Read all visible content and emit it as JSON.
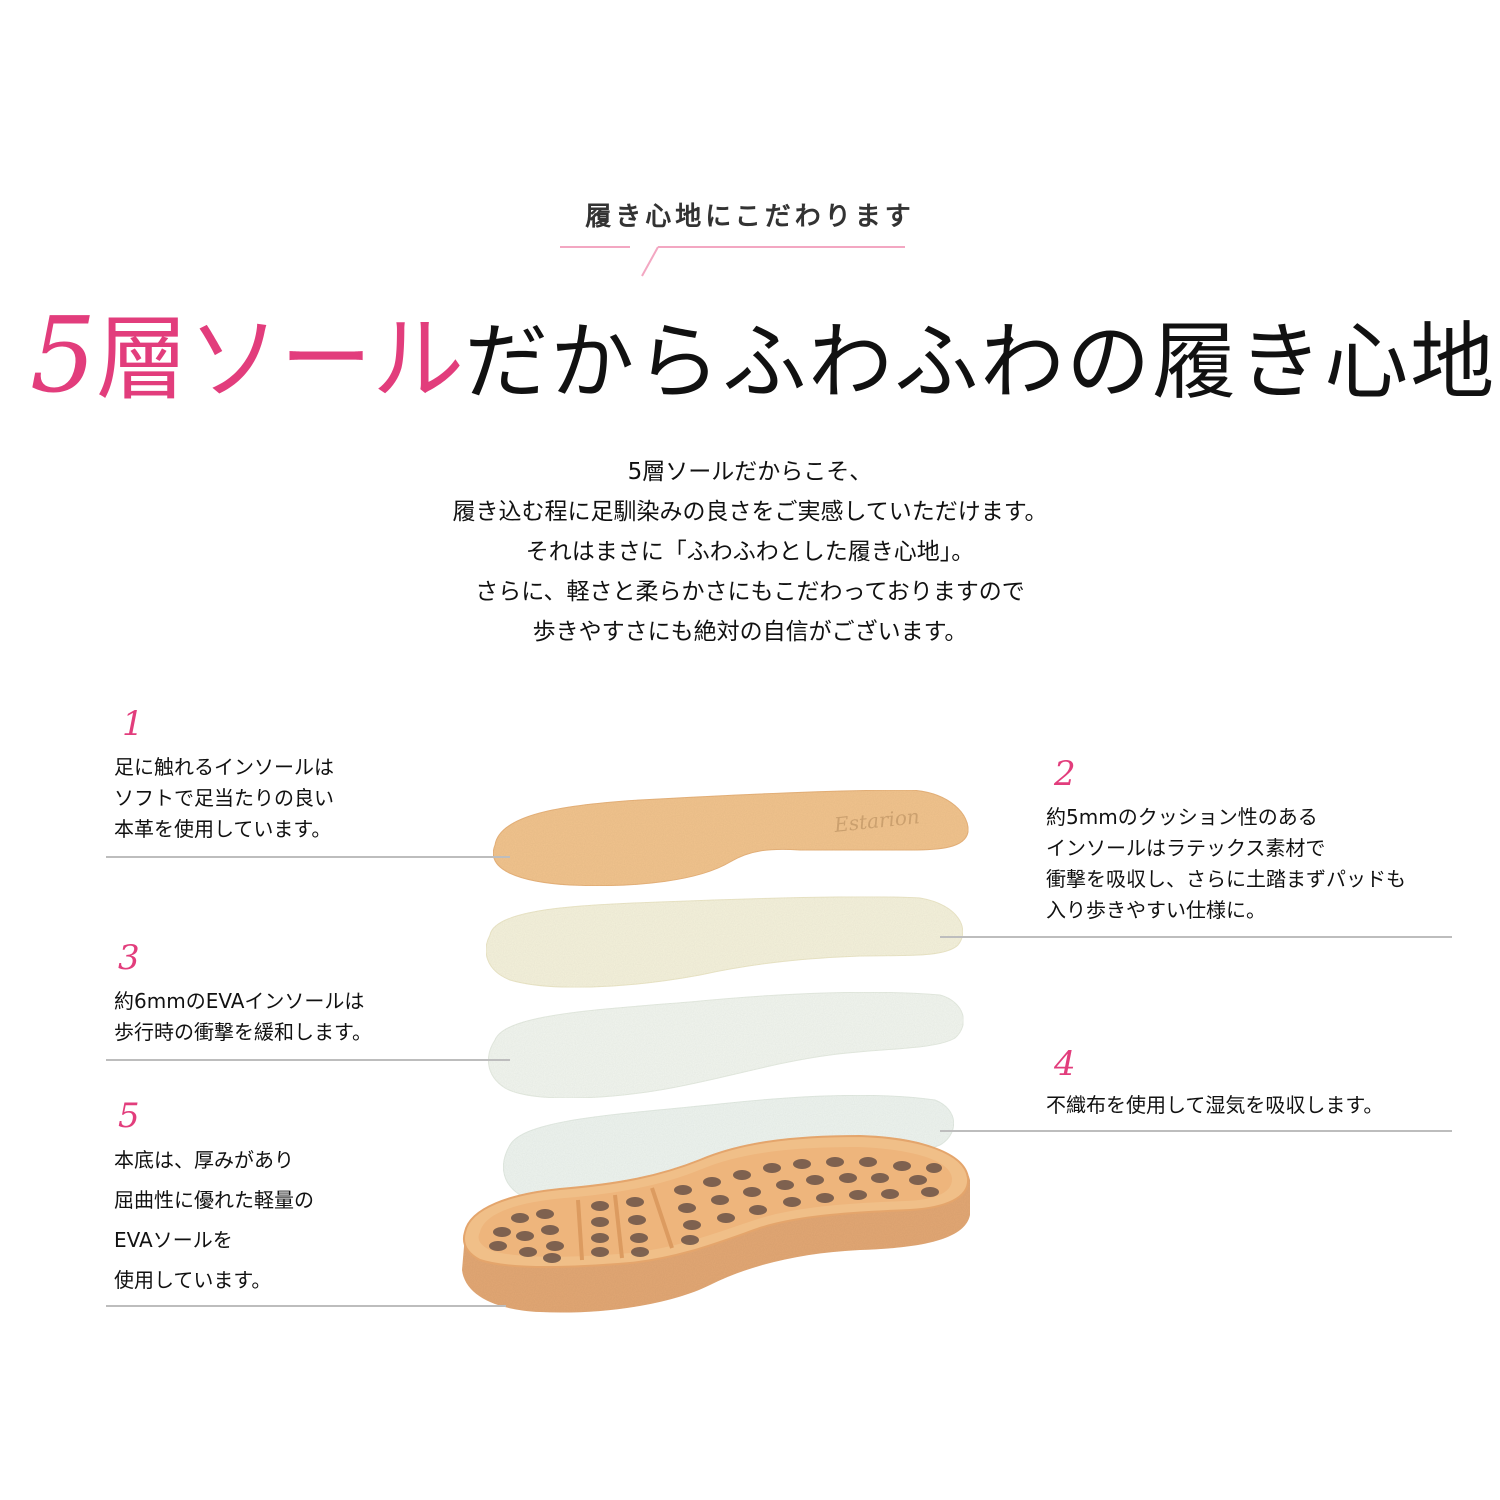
{
  "eyebrow": {
    "text": "履き心地にこだわります",
    "accent_color": "#f3a7c2"
  },
  "headline": {
    "pink_digit": "5",
    "pink_rest": "層ソール",
    "dark": "だからふわふわの履き心地",
    "pink_color": "#e23d7c"
  },
  "intro": {
    "lines": [
      "5層ソールだからこそ、",
      "履き込む程に足馴染みの良さをご実感していただけます。",
      "それはまさに「ふわふわとした履き心地」。",
      "さらに、軽さと柔らかさにもこだわっておりますので",
      "歩きやすさにも絶対の自信がございます。"
    ]
  },
  "layers": [
    {
      "number": "1",
      "lines": [
        "足に触れるインソールは",
        "ソフトで足当たりの良い",
        "本革を使用しています。"
      ],
      "material_color": "#f2c48e"
    },
    {
      "number": "2",
      "lines": [
        "約5mmのクッション性のある",
        "インソールはラテックス素材で",
        "衝撃を吸収し、さらに土踏まずパッドも",
        "入り歩きやすい仕様に。"
      ],
      "material_color": "#f5f2dc"
    },
    {
      "number": "3",
      "lines": [
        "約6mmのEVAインソールは",
        "歩行時の衝撃を緩和します。"
      ],
      "material_color": "#f1f5ef"
    },
    {
      "number": "4",
      "lines": [
        "不織布を使用して湿気を吸収します。"
      ],
      "material_color": "#eef4ef"
    },
    {
      "number": "5",
      "lines": [
        "本底は、厚みがあり",
        "屈曲性に優れた軽量の",
        "EVAソールを",
        "使用しています。"
      ],
      "material_color": "#e9b17c"
    }
  ],
  "insole_logo": "Estarion",
  "icons": {
    "sole-diagram": "exploded-sole-illustration"
  }
}
